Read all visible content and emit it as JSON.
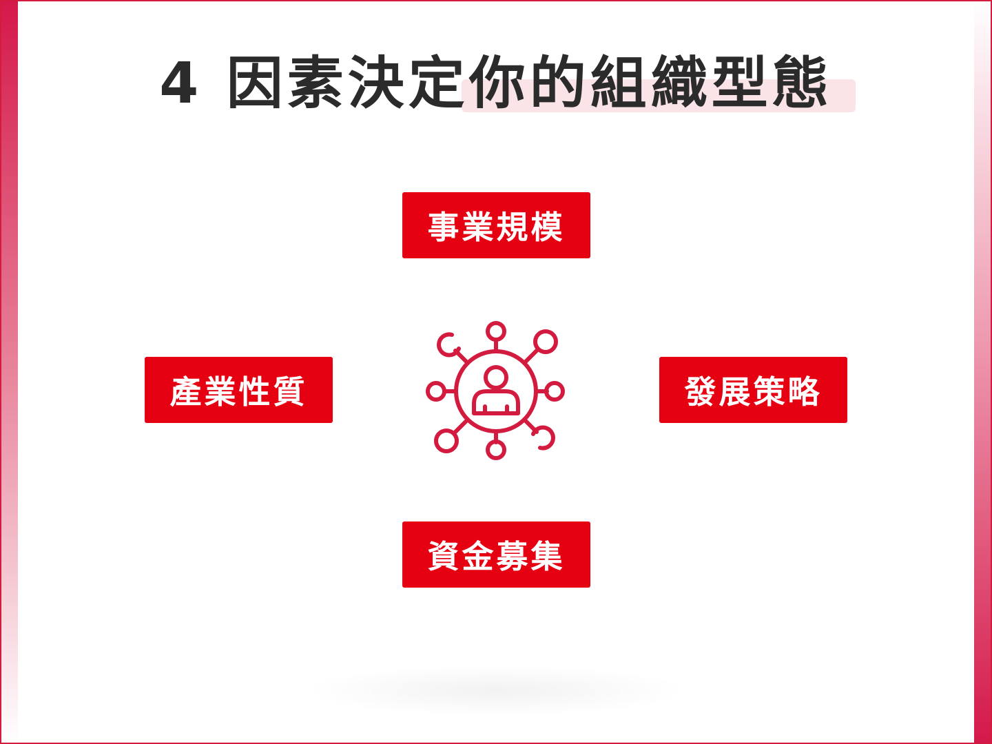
{
  "title": "4 因素決定你的組織型態",
  "factors": {
    "top": "事業規模",
    "left": "產業性質",
    "right": "發展策略",
    "bottom": "資金募集"
  },
  "center_icon": "network-person-icon",
  "colors": {
    "accent": "#e50012",
    "icon": "#d21b3f",
    "title": "#2b2b2b",
    "highlight": "#fbe4e8"
  }
}
